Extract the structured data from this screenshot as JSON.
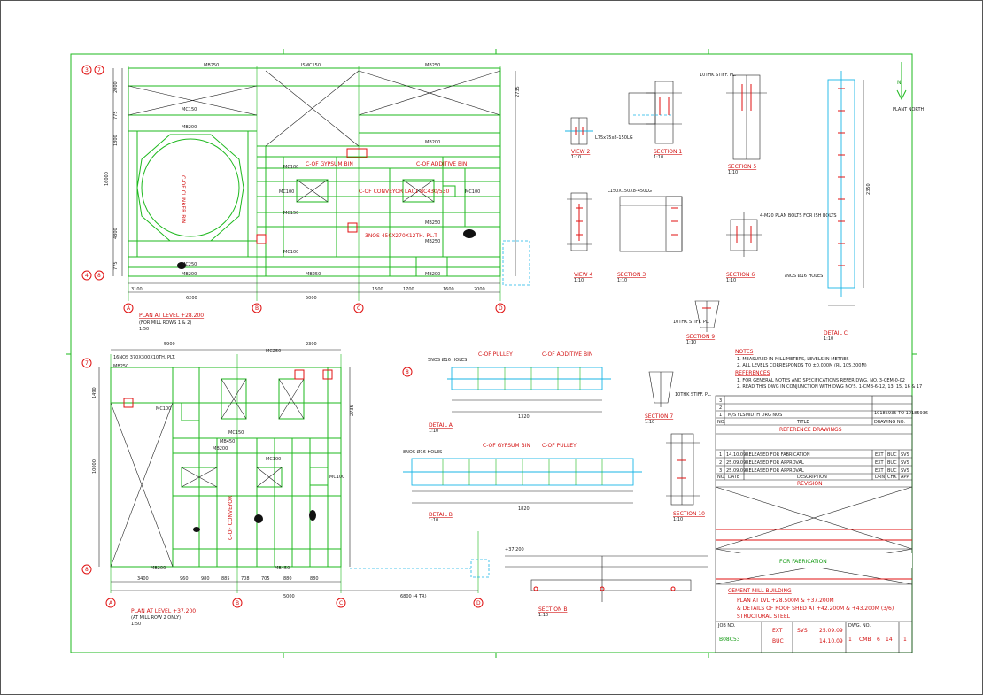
{
  "colors": {
    "structure": "#1db81d",
    "dimension": "#222222",
    "annotation": "#d21010",
    "detail": "#19b5e6",
    "frame": "#1db81d"
  },
  "plan1": {
    "title": "PLAN AT LEVEL +28.200",
    "subtitle": "(FOR MILL ROWS 1 & 2)",
    "scale": "1:50",
    "row_bubbles": [
      "3",
      "7",
      "4",
      "8"
    ],
    "col_bubbles": [
      "A",
      "B",
      "C",
      "D"
    ],
    "bay_dims": [
      "3100",
      "6200",
      "5000",
      "1500",
      "1700",
      "1600",
      "2000"
    ],
    "beam_labels": [
      "MB250",
      "ISMC150",
      "MB250",
      "MC150",
      "MB200",
      "MB200",
      "MC100",
      "MC250",
      "MB200",
      "MB250",
      "MB200",
      "MB250",
      "MB250",
      "MC100",
      "MC150",
      "MC100",
      "MC100"
    ],
    "notes": [
      "C-OF GYPSUM BIN",
      "C-OF ADDITIVE BIN",
      "C-OF CONVEYOR LA01 BC430/530",
      "3NOS 450X270X12TH. PL.T",
      "C-OF CLINKER BIN"
    ],
    "dims_side": [
      "2000",
      "775",
      "1800",
      "4800",
      "775",
      "16000",
      "2735"
    ]
  },
  "plan2": {
    "title": "PLAN AT LEVEL +37.200",
    "subtitle": "(AT MILL ROW 2 ONLY)",
    "scale": "1:50",
    "row_bubbles": [
      "7",
      "8",
      "8"
    ],
    "col_bubbles": [
      "A",
      "B",
      "C",
      "D"
    ],
    "bay_dims": [
      "3400",
      "960",
      "980",
      "885",
      "708",
      "705",
      "880",
      "880",
      "5000",
      "6800 (4 TR)"
    ],
    "top_dims": [
      "5900",
      "2300"
    ],
    "beam_labels": [
      "MB250",
      "MC100",
      "MB200",
      "MC150",
      "MC100",
      "MB450",
      "MB450",
      "MB200",
      "MC250",
      "MC100"
    ],
    "notes": [
      "C-OF CONVEYOR",
      "16NOS 370X300X10TH. PLT."
    ],
    "dims_side": [
      "10000",
      "1490",
      "2735"
    ]
  },
  "details": {
    "view2": "VIEW 2",
    "view2_scale": "1:10",
    "view4": "VIEW 4",
    "view4_scale": "1:10",
    "section1": "SECTION 1",
    "section1_scale": "1:10",
    "section1_note": "L75x75x8-150LG",
    "section3": "SECTION 3",
    "section3_scale": "1:10",
    "section3_note": "L150X150X8-450LG",
    "section5": "SECTION 5",
    "section5_scale": "1:10",
    "section6": "SECTION 6",
    "section6_scale": "1:10",
    "section6_note": "4-M20 PLAN BOLTS FOR ISH BOLTS",
    "section7": "SECTION 7",
    "section7_scale": "1:10",
    "section9": "SECTION 9",
    "section9_scale": "1:10",
    "section10": "SECTION 10",
    "section10_scale": "1:10",
    "sectionB": "SECTION B",
    "sectionB_scale": "1:10",
    "detailA": "DETAIL A",
    "detailA_scale": "1:10",
    "detailA_label1": "C-OF PULLEY",
    "detailA_label2": "C-OF ADDITIVE BIN",
    "detailA_holes": "5NOS Ø16 HOLES",
    "detailA_total": "1320",
    "detailB": "DETAIL B",
    "detailB_scale": "1:10",
    "detailB_label1": "C-OF GYPSUM BIN",
    "detailB_label2": "C-OF PULLEY",
    "detailB_holes": "8NOS Ø16 HOLES",
    "detailB_total": "1820",
    "detailC": "DETAIL C",
    "detailC_scale": "1:10",
    "detailC_holes": "7NOS Ø16 HOLES",
    "detailC_total": "2350",
    "stiff_pl": "10THK STIFF. PL.",
    "level_mark": "+37.200"
  },
  "notes": {
    "heading": "NOTES",
    "items": [
      "1. MEASURED IN MILLIMETERS, LEVELS IN METRES",
      "2. ALL LEVELS CORRESPONDS TO ±0.000M (RL 105.300M)"
    ],
    "ref_heading": "REFERENCES",
    "ref_items": [
      "1. FOR GENERAL NOTES AND SPECIFICATIONS REFER DWG. NO. 3-CEM-0-02",
      "2. READ THIS DWG IN CONJUNCTION WITH DWG NO'S. 1-CMB-6-12, 13, 15, 16 & 17"
    ]
  },
  "north": {
    "label": "N",
    "sub": "PLANT NORTH"
  },
  "title_block": {
    "ref_rows": [
      {
        "no": "3",
        "title": "",
        "dwg": ""
      },
      {
        "no": "2",
        "title": "",
        "dwg": ""
      },
      {
        "no": "1",
        "title": "M/S FLSMIDTH DRG NOS",
        "dwg": "10185935 TO 10185936"
      }
    ],
    "ref_head": {
      "no": "NO.",
      "title": "TITLE",
      "dwg": "DRAWING NO."
    },
    "reference_drawings": "REFERENCE DRAWINGS",
    "revisions": [
      {
        "date": "14.10.09",
        "desc": "RELEASED FOR FABRICATION",
        "a": "EXT",
        "b": "BUC",
        "c": "SVS"
      },
      {
        "date": "25.09.09",
        "desc": "RELEASED FOR APPROVAL",
        "a": "EXT",
        "b": "BUC",
        "c": "SVS"
      },
      {
        "date": "25.09.09",
        "desc": "RELEASED FOR APPROVAL",
        "a": "EXT",
        "b": "BUC",
        "c": "SVS"
      }
    ],
    "rev_head": {
      "no": "NO.",
      "date": "DATE",
      "desc": "DESCRIPTION",
      "a": "DRN",
      "b": "CHK",
      "c": "APP"
    },
    "revision": "REVISION",
    "status": "FOR FABRICATION",
    "project": "CEMENT MILL BUILDING",
    "title_lines": [
      "PLAN AT LVL +28.500M & +37.200M",
      "& DETAILS OF ROOF SHED AT +42.200M & +43.200M  (3/6)",
      "STRUCTURAL STEEL"
    ],
    "job_no": "B08C53",
    "job_label": "JOB NO.",
    "drawn": "EXT",
    "checked": "BUC",
    "approved": "SVS",
    "date1": "25.09.09",
    "date2": "14.10.09",
    "dwg_no_label": "DWG. NO.",
    "dwg_parts": [
      "1",
      "CMB",
      "6",
      "14"
    ],
    "rev_no": "1"
  }
}
